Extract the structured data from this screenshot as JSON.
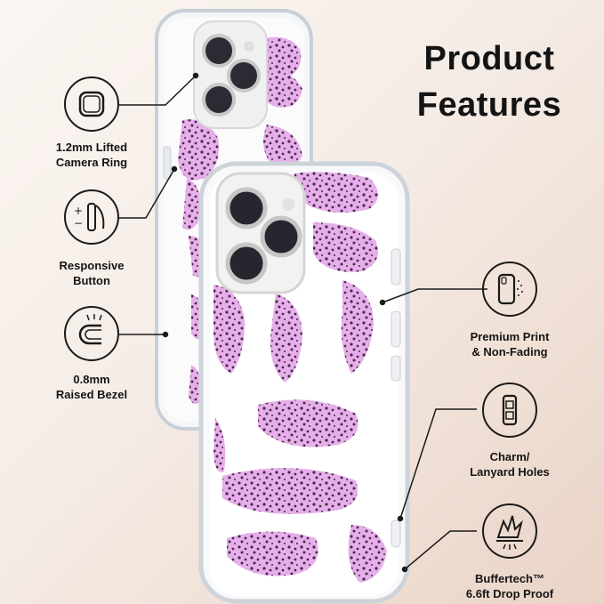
{
  "title": {
    "line1": "Product",
    "line2": "Features"
  },
  "features": [
    {
      "icon": "camera-ring-icon",
      "line1": "1.2mm Lifted",
      "line2": "Camera Ring"
    },
    {
      "icon": "responsive-button-icon",
      "line1": "Responsive",
      "line2": "Button"
    },
    {
      "icon": "raised-bezel-icon",
      "line1": "0.8mm",
      "line2": "Raised Bezel"
    },
    {
      "icon": "print-phone-icon",
      "line1": "Premium Print",
      "line2": "& Non-Fading"
    },
    {
      "icon": "lanyard-holes-icon",
      "line1": "Charm/",
      "line2": "Lanyard Holes"
    },
    {
      "icon": "drop-proof-icon",
      "line1": "Buffertech™",
      "line2": "6.6ft Drop Proof"
    }
  ],
  "colors": {
    "leopard_pink": "#e3a8e8",
    "leopard_spot": "#4a2a48",
    "line": "#1a1a1a"
  }
}
